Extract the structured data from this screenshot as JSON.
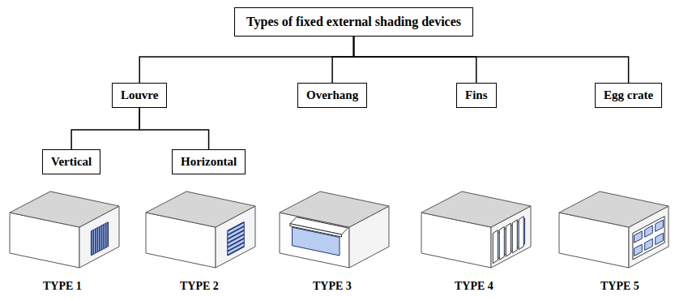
{
  "diagram": {
    "nodes": [
      {
        "text": [
          "Types of fixed external shading devices"
        ]
      },
      {
        "text": [
          "Louvre"
        ]
      },
      {
        "text": [
          "Overhang"
        ]
      },
      {
        "text": [
          "Fins"
        ]
      },
      {
        "text": [
          "Egg crate"
        ]
      },
      {
        "text": [
          "Vertical"
        ]
      },
      {
        "text": [
          "Horizontal"
        ]
      }
    ],
    "edges": [
      {
        "from": 0,
        "to": 1,
        "arrow": "none"
      },
      {
        "from": 0,
        "to": 2,
        "arrow": "none"
      },
      {
        "from": 0,
        "to": 3,
        "arrow": "none"
      },
      {
        "from": 0,
        "to": 4,
        "arrow": "none"
      },
      {
        "from": 1,
        "to": 5,
        "arrow": "none"
      },
      {
        "from": 1,
        "to": 6,
        "arrow": "none"
      }
    ],
    "labels": [
      "TYPE 1",
      "TYPE 2",
      "TYPE 3",
      "TYPE 4",
      "TYPE 5"
    ]
  }
}
